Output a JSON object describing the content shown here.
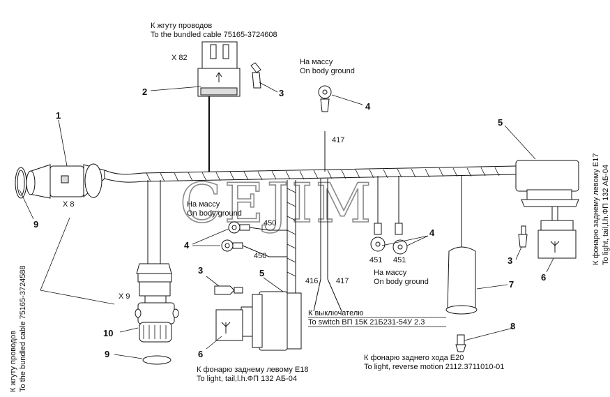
{
  "watermark": "CEJIM",
  "labels": {
    "top_ru": "К жгуту проводов",
    "top_en": "To the bundled cable 75165-3724608",
    "x82": "X 82",
    "x8": "X 8",
    "x9": "X 9",
    "ground_top_ru": "На массу",
    "ground_top_en": "On body ground",
    "ground_mid_ru": "На массу",
    "ground_mid_en": "On body ground",
    "ground_right_ru": "На массу",
    "ground_right_en": "On body ground",
    "left_vert_ru": "К жгуту проводов",
    "left_vert_en": "To the bundled cable 75165-3724588",
    "right_vert_ru": "К фонарю заднему левому  E17",
    "right_vert_en": "To light, tail,l.h.ФП 132 АБ-04",
    "switch_ru": "К выключателю",
    "switch_en": "To switch ВП 15К 21Б231-54У 2.3",
    "reverse_ru": "К фонарю заднего хода  E20",
    "reverse_en": "To light, reverse motion 2112.3711010-01",
    "tail_ru": "К фонарю заднему левому  E18",
    "tail_en": "To light, tail,l.h.ФП 132 АБ-04"
  },
  "wires": {
    "w417_top": "417",
    "w450_a": "450",
    "w450_b": "450",
    "w451_a": "451",
    "w451_b": "451",
    "w416": "416",
    "w417_bot": "417"
  },
  "callouts": {
    "c1": "1",
    "c2": "2",
    "c3_top": "3",
    "c4_top": "4",
    "c5_top": "5",
    "c9_left": "9",
    "c4_mid": "4",
    "c3_mid": "3",
    "c5_mid": "5",
    "c4_right": "4",
    "c7": "7",
    "c3_right": "3",
    "c6_right": "6",
    "c8": "8",
    "c10": "10",
    "c9_bot": "9",
    "c6_bot": "6"
  }
}
